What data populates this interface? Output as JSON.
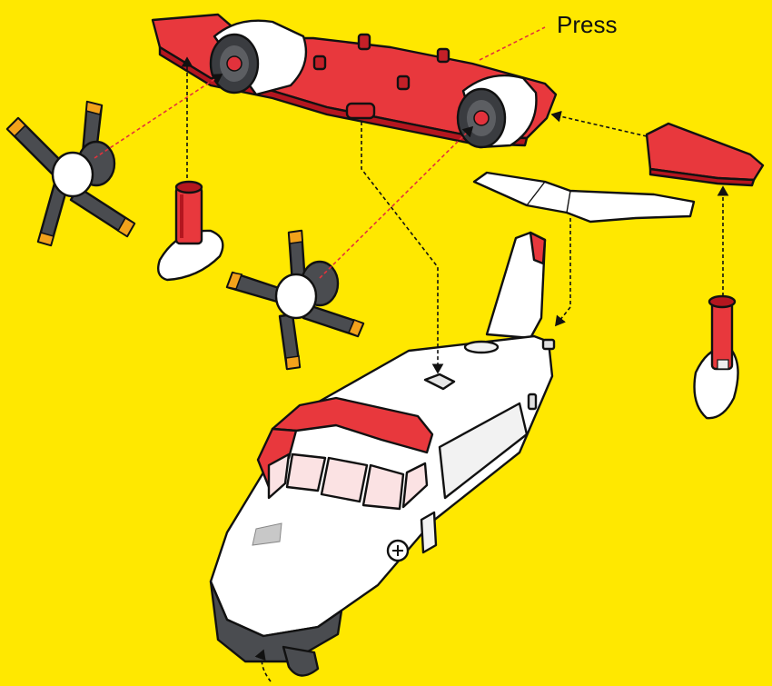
{
  "callout": {
    "label": "Press"
  },
  "colors": {
    "background": "#ffe800",
    "red": "#e8383d",
    "dark_red": "#b4161f",
    "white": "#ffffff",
    "gray": "#4a4c50",
    "orange": "#f3a21b",
    "outline": "#111111"
  },
  "parts": [
    {
      "name": "wing-assembly",
      "icon": "wing-icon"
    },
    {
      "name": "propeller-left",
      "icon": "propeller-icon"
    },
    {
      "name": "propeller-right",
      "icon": "propeller-icon"
    },
    {
      "name": "float-pontoon-left",
      "icon": "pontoon-icon"
    },
    {
      "name": "float-pontoon-right",
      "icon": "pontoon-icon"
    },
    {
      "name": "wing-tip-right",
      "icon": "wing-tip-icon"
    },
    {
      "name": "tail-stabilizer",
      "icon": "tail-wing-icon"
    },
    {
      "name": "fuselage",
      "icon": "plane-body-icon"
    }
  ]
}
